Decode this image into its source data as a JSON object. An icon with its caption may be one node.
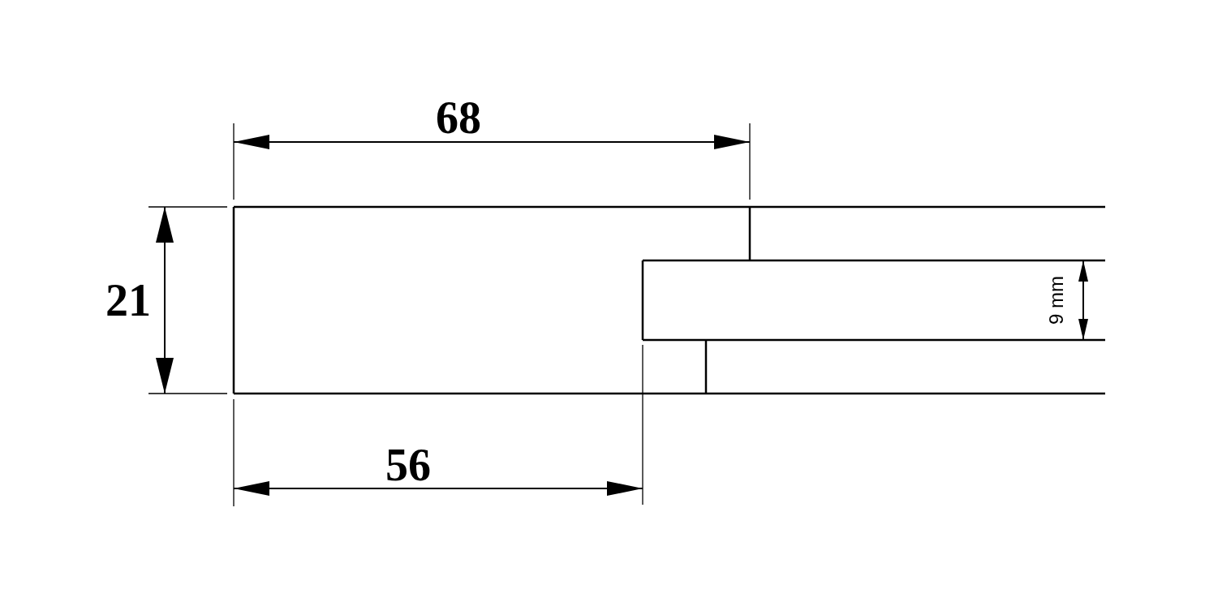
{
  "diagram": {
    "labels": [
      "68",
      "21",
      "9 mm",
      "56"
    ]
  }
}
